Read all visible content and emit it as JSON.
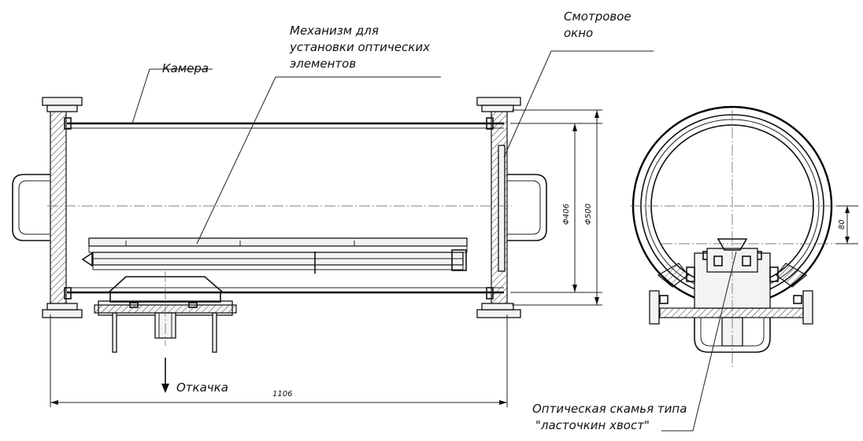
{
  "labels": {
    "chamber": "Камера",
    "mechanism_line1": "Механизм для",
    "mechanism_line2": "установки оптических",
    "mechanism_line3": "элементов",
    "window_line1": "Смотровое",
    "window_line2": "окно",
    "pumping": "Откачка",
    "bench_line1": "Оптическая скамья типа",
    "bench_line2": "\"ласточкин хвост\""
  },
  "dimensions": {
    "length": "1106",
    "inner_diameter": "Φ406",
    "outer_diameter": "Φ500",
    "offset": "80"
  }
}
